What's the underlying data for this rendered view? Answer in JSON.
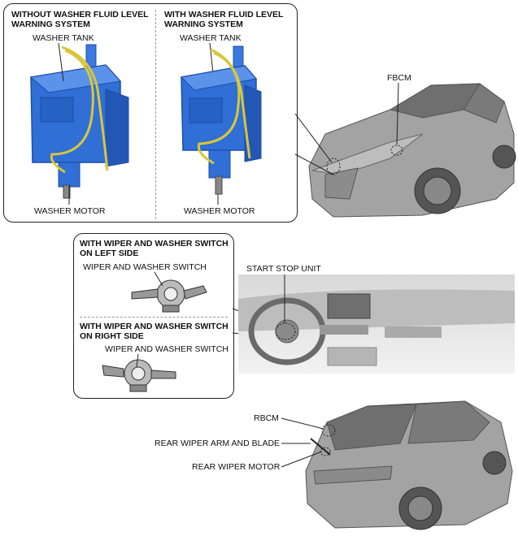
{
  "top_panel": {
    "left_header": "WITHOUT WASHER FLUID LEVEL\nWARNING SYSTEM",
    "right_header": "WITH WASHER FLUID LEVEL\nWARNING SYSTEM",
    "left_tank_label": "WASHER TANK",
    "right_tank_label": "WASHER TANK",
    "left_motor_label": "WASHER MOTOR",
    "right_motor_label": "WASHER MOTOR"
  },
  "front_car": {
    "fbcm_label": "FBCM"
  },
  "switch_panel": {
    "left_header": "WITH WIPER AND WASHER SWITCH\nON LEFT SIDE",
    "left_switch_label": "WIPER AND WASHER SWITCH",
    "right_header": "WITH WIPER AND WASHER SWITCH\nON RIGHT SIDE",
    "right_switch_label": "WIPER AND WASHER SWITCH"
  },
  "dashboard": {
    "start_stop_label": "START STOP UNIT"
  },
  "rear_car": {
    "rbcm_label": "RBCM",
    "rear_wiper_arm_label": "REAR WIPER ARM AND BLADE",
    "rear_wiper_motor_label": "REAR WIPER MOTOR"
  },
  "colors": {
    "tank_blue": "#2f6fd6",
    "tank_blue_dark": "#1d4ea8",
    "hose_yellow": "#d9c63a",
    "car_gray": "#9a9a9a",
    "outline": "#222222"
  }
}
